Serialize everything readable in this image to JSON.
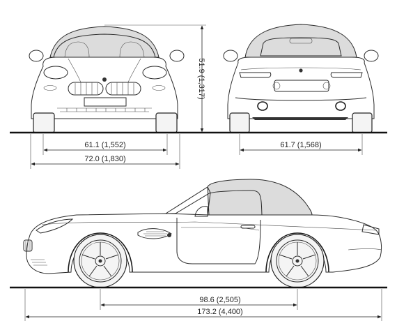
{
  "dimensions": {
    "front_track": "61.1 (1,552)",
    "overall_width": "72.0 (1,830)",
    "overall_height": "51.9 (1,317)",
    "rear_track": "61.7 (1,568)",
    "wheelbase": "98.6 (2,505)",
    "overall_length": "173.2 (4,400)"
  }
}
